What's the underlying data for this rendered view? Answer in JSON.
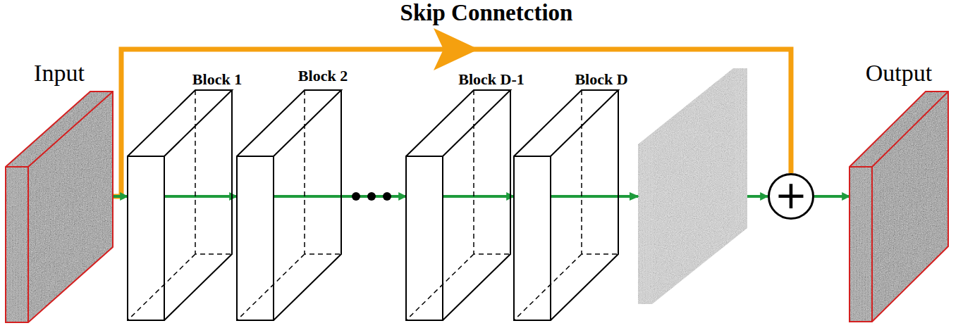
{
  "diagram": {
    "nodes": [
      {
        "text": [
          "Input"
        ]
      },
      {
        "text": [
          "Block 1"
        ]
      },
      {
        "text": [
          "Block 2"
        ]
      },
      {
        "text": [
          "Block D-1"
        ]
      },
      {
        "text": [
          "Block D"
        ]
      },
      {
        "text": [
          "+"
        ]
      },
      {
        "text": [
          "Output"
        ]
      }
    ],
    "edges": [
      {
        "from": 0,
        "to": 1,
        "arrow": "to"
      },
      {
        "from": 1,
        "to": 2,
        "arrow": "to"
      },
      {
        "from": 2,
        "to": 3,
        "arrow": "to"
      },
      {
        "from": 3,
        "to": 4,
        "arrow": "to"
      },
      {
        "from": 4,
        "to": 5,
        "arrow": "to"
      },
      {
        "from": 0,
        "to": 5,
        "label": "Skip Connetction",
        "arrow": "to"
      },
      {
        "from": 5,
        "to": 6,
        "arrow": "to"
      }
    ]
  }
}
